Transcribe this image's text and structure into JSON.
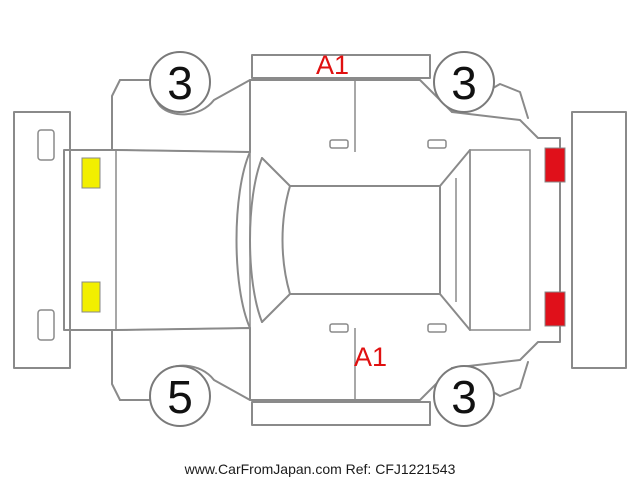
{
  "tires": {
    "front_left": "3",
    "rear_left": "3",
    "front_right": "5",
    "rear_right": "3"
  },
  "damage_codes": {
    "left_side": "A1",
    "right_side": "A1"
  },
  "lights": {
    "front": "yellow",
    "rear": "red"
  },
  "colors": {
    "outline": "#8a8a8a",
    "damage_text": "#e01010",
    "front_lamp": "#f2ef00",
    "rear_lamp": "#e0101a"
  },
  "footer": "www.CarFromJapan.com Ref: CFJ1221543"
}
